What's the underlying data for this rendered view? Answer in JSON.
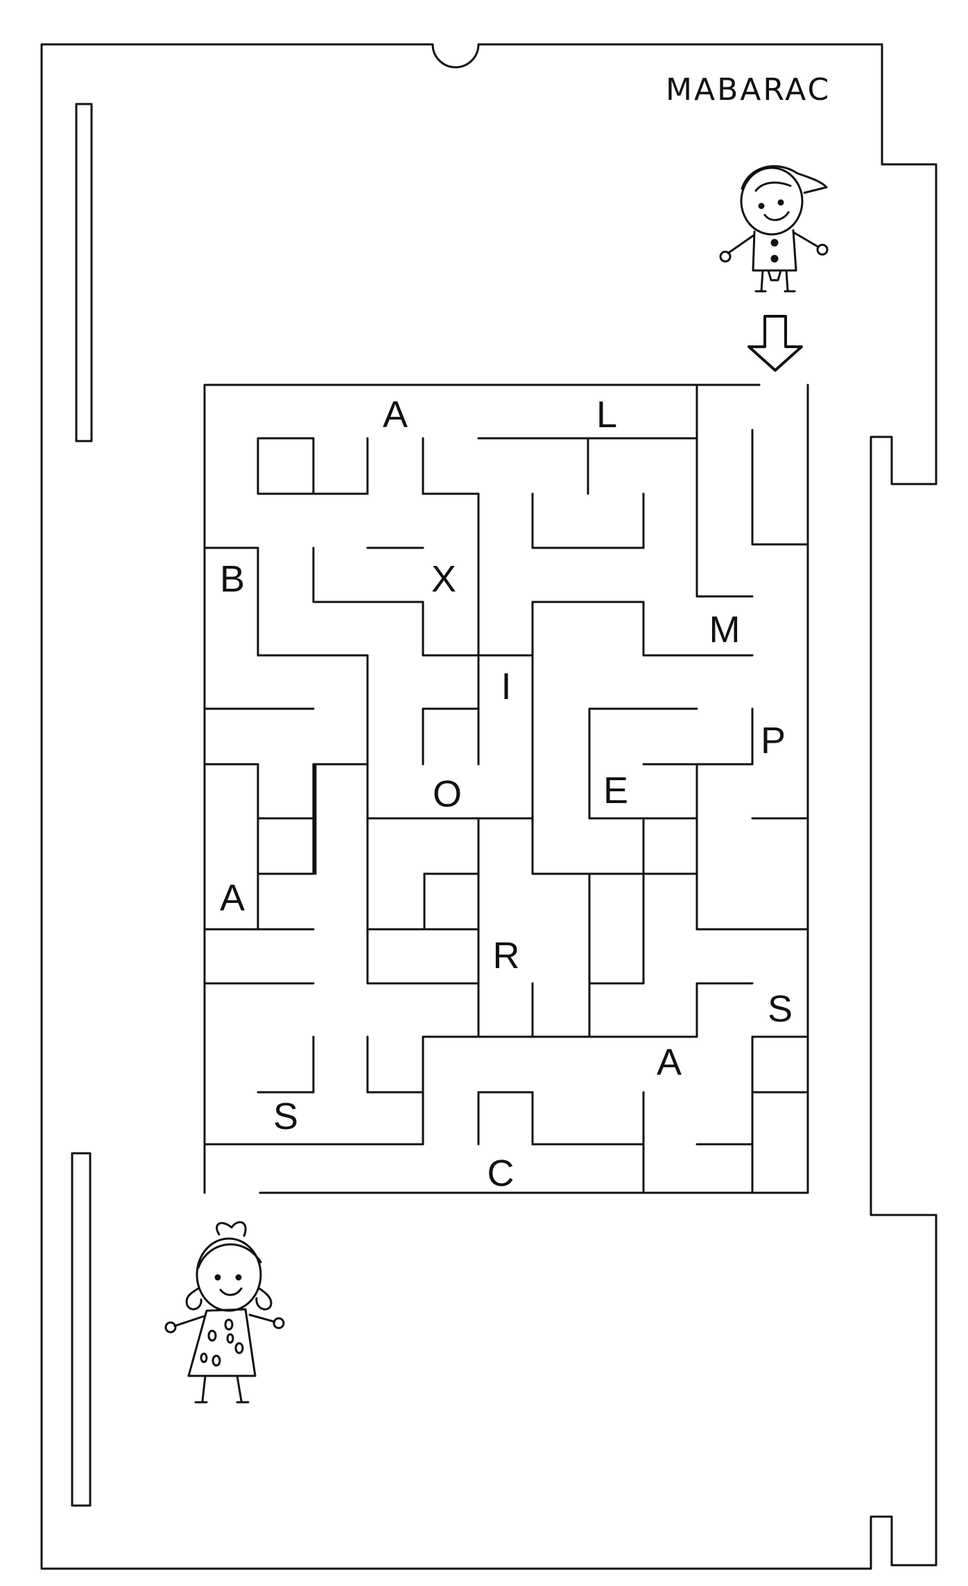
{
  "brand": "MABARAC",
  "letters": [
    "A",
    "L",
    "B",
    "X",
    "M",
    "I",
    "P",
    "O",
    "E",
    "A",
    "R",
    "S",
    "A",
    "S",
    "C"
  ],
  "characters": {
    "start": "boy-character",
    "goal": "girl-character"
  },
  "colors": {
    "ink": "#111111",
    "paper": "#ffffff"
  }
}
